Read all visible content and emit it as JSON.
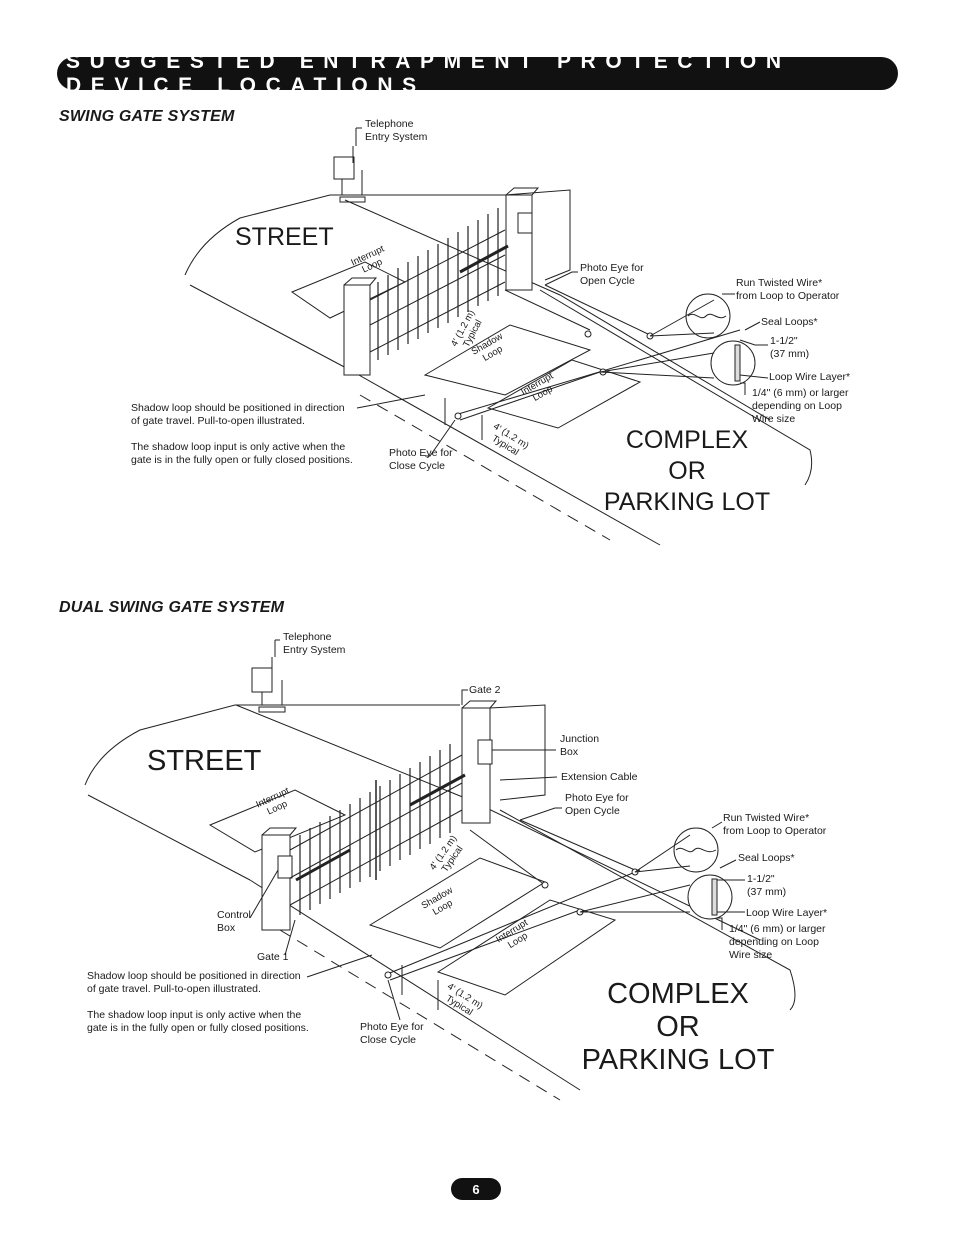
{
  "header": {
    "title": "SUGGESTED ENTRAPMENT PROTECTION DEVICE LOCATIONS"
  },
  "swing": {
    "title": "SWING GATE SYSTEM",
    "street": "STREET",
    "complex": "COMPLEX\nOR\nPARKING LOT",
    "telephone": "Telephone\nEntry System",
    "photo_open": "Photo Eye for\nOpen Cycle",
    "photo_close": "Photo Eye for\nClose Cycle",
    "run_twisted": "Run Twisted Wire*\nfrom Loop to Operator",
    "seal_loops": "Seal Loops*",
    "depth": "1-1/2\"\n(37 mm)",
    "loop_wire_layer": "Loop Wire Layer*",
    "wire_size": "1/4\" (6 mm) or larger\ndepending on Loop\nWire size",
    "note1": "Shadow loop should be positioned in direction\nof gate travel. Pull-to-open illustrated.",
    "note2": "The shadow loop input is only active when the\ngate is in the fully open or fully closed positions.",
    "interrupt_loop_1": "Interrupt\nLoop",
    "shadow_loop": "Shadow\nLoop",
    "interrupt_loop_2": "Interrupt\nLoop",
    "typical_1": "4' (1.2 m)\nTypical",
    "typical_2": "4' (1.2 m)\nTypical"
  },
  "dual": {
    "title": "DUAL SWING GATE SYSTEM",
    "street": "STREET",
    "complex": "COMPLEX\nOR\nPARKING LOT",
    "telephone": "Telephone\nEntry System",
    "gate2": "Gate 2",
    "gate1": "Gate 1",
    "junction_box": "Junction\nBox",
    "extension_cable": "Extension Cable",
    "photo_open": "Photo Eye for\nOpen Cycle",
    "photo_close": "Photo Eye for\nClose Cycle",
    "control_box": "Control\nBox",
    "run_twisted": "Run Twisted Wire*\nfrom Loop to Operator",
    "seal_loops": "Seal Loops*",
    "depth": "1-1/2\"\n(37 mm)",
    "loop_wire_layer": "Loop Wire Layer*",
    "wire_size": "1/4\" (6 mm) or larger\ndepending on Loop\nWire size",
    "note1": "Shadow loop should be positioned in direction\nof gate travel. Pull-to-open illustrated.",
    "note2": "The shadow loop input is only active when the\ngate is in the fully open or fully closed positions.",
    "interrupt_loop_1": "Interrupt\nLoop",
    "shadow_loop": "Shadow\nLoop",
    "interrupt_loop_2": "Interrupt\nLoop",
    "typical_1": "4' (1.2 m)\nTypical",
    "typical_2": "4' (1.2 m)\nTypical"
  },
  "page": {
    "number": "6"
  }
}
